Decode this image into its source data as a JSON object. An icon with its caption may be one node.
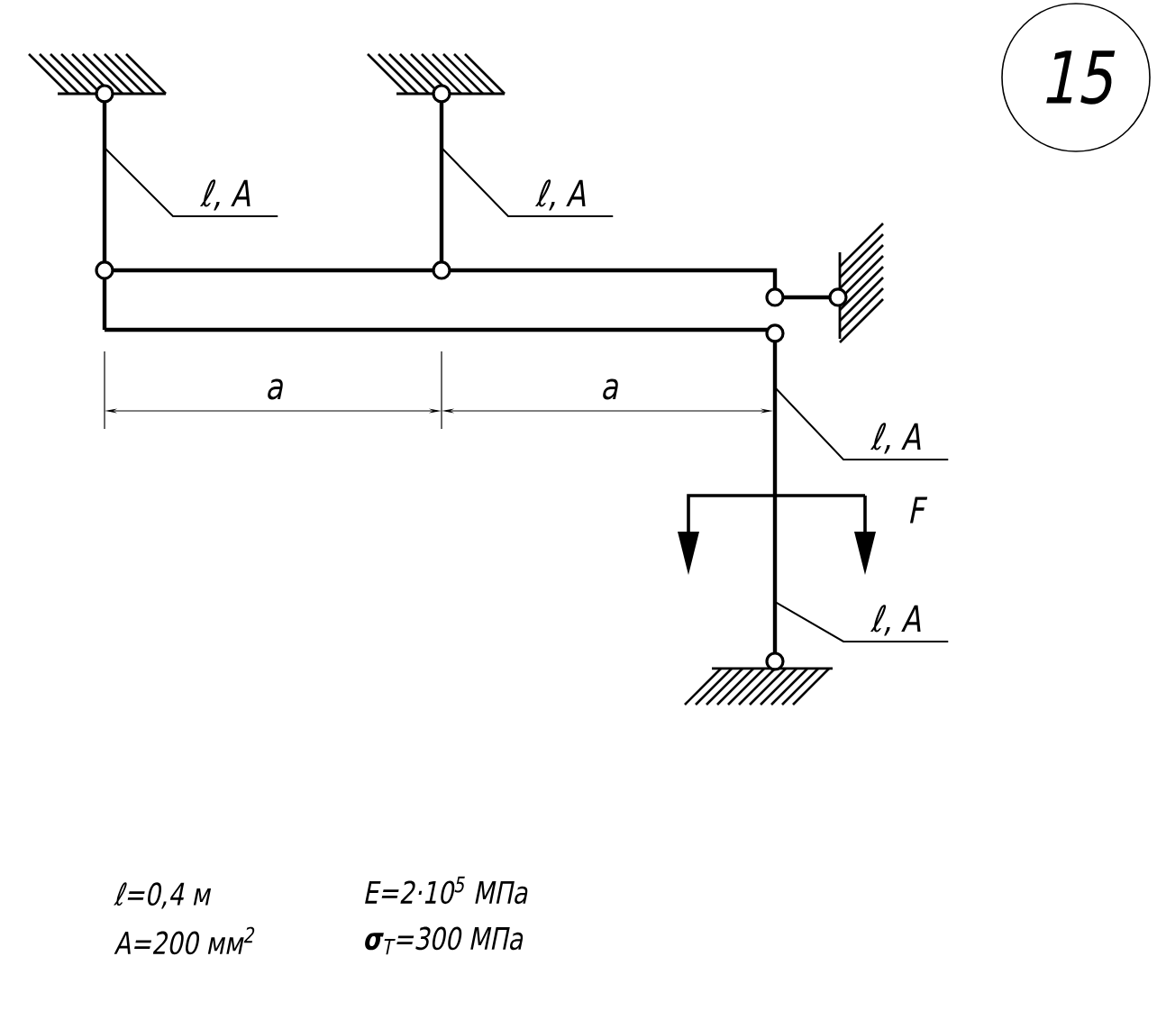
{
  "diagram": {
    "nodes": [
      {
        "text": [
          "15"
        ]
      },
      {
        "text": [
          "ℓ, A"
        ]
      },
      {
        "text": [
          "ℓ, A"
        ]
      },
      {
        "text": [
          "ℓ, A"
        ]
      },
      {
        "text": [
          "ℓ, A"
        ]
      }
    ],
    "edges": [
      {
        "from": 1,
        "to": null,
        "arrow": "none"
      },
      {
        "from": 2,
        "to": null,
        "arrow": "none"
      },
      {
        "from": 3,
        "to": null,
        "arrow": "none"
      },
      {
        "from": 4,
        "to": null,
        "arrow": "none"
      }
    ],
    "labels": [
      "a",
      "a",
      "F",
      "ℓ=0,4 м",
      "A=200 мм$^{2}$",
      "E=2·10$^{5}$ МПа",
      "**σ**$_{T}$=300 МПа"
    ]
  }
}
